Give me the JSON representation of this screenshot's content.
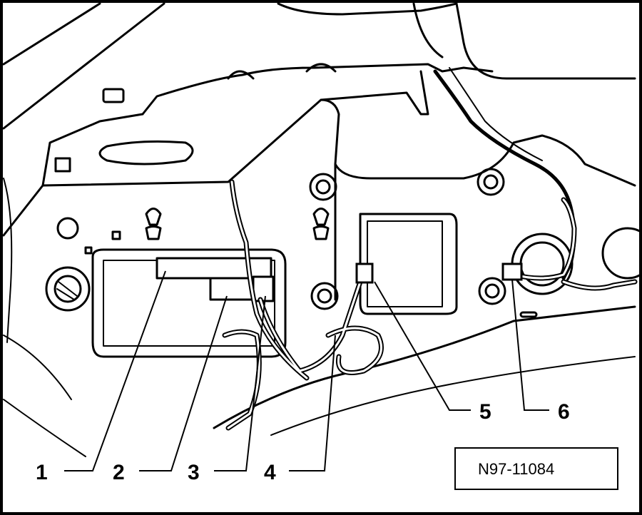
{
  "figure": {
    "reference_code": "N97-11084",
    "callouts": [
      {
        "label": "1"
      },
      {
        "label": "2"
      },
      {
        "label": "3"
      },
      {
        "label": "4"
      },
      {
        "label": "5"
      },
      {
        "label": "6"
      }
    ],
    "colors": {
      "line": "#000000",
      "background": "#ffffff"
    }
  }
}
